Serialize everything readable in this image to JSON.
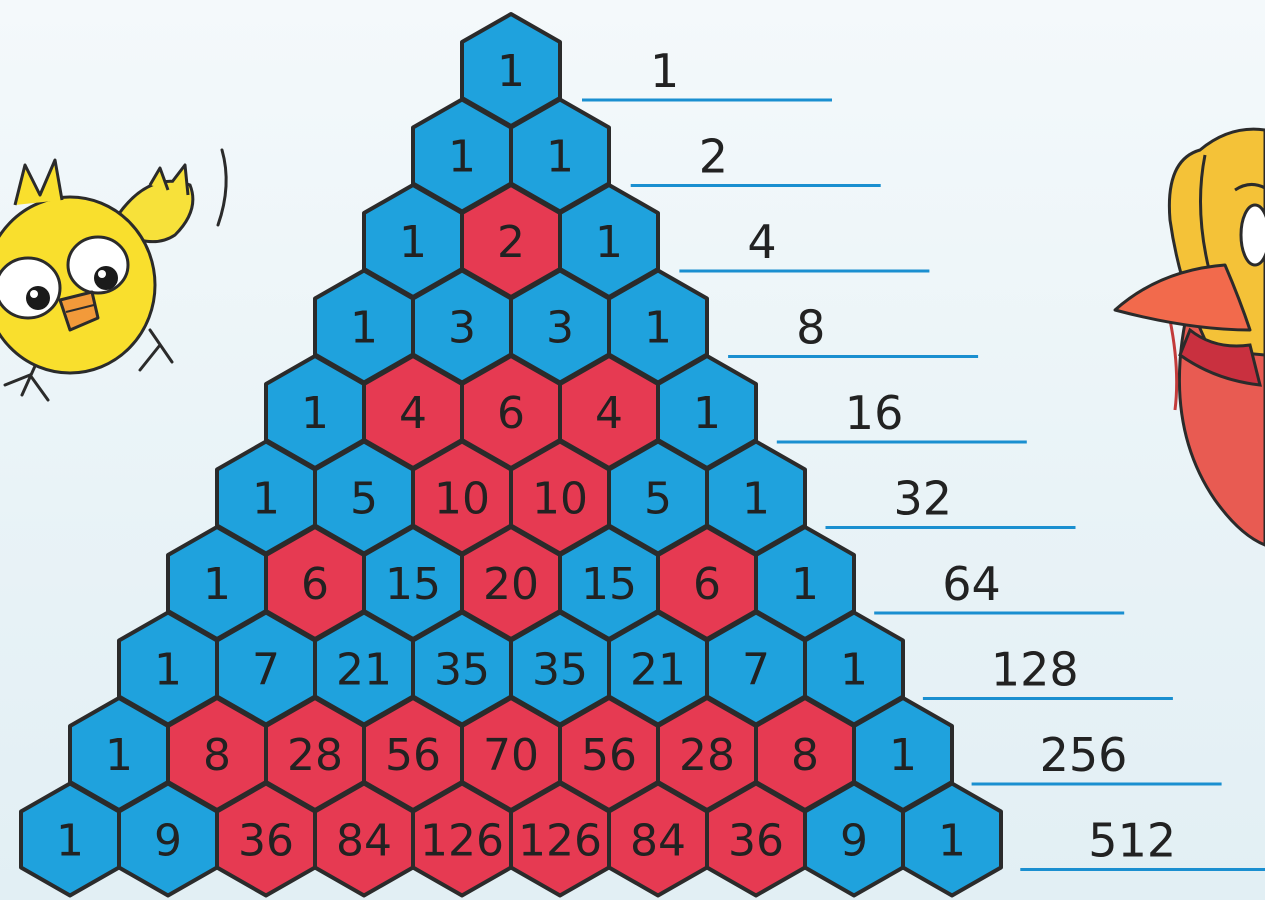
{
  "colors": {
    "odd_cell": "#1fa2dd",
    "even_cell": "#e63a52",
    "cell_border": "#2b2b2b",
    "sum_line": "#1a8fd0",
    "text": "#222222"
  },
  "triangle": {
    "rows": [
      [
        1
      ],
      [
        1,
        1
      ],
      [
        1,
        2,
        1
      ],
      [
        1,
        3,
        3,
        1
      ],
      [
        1,
        4,
        6,
        4,
        1
      ],
      [
        1,
        5,
        10,
        10,
        5,
        1
      ],
      [
        1,
        6,
        15,
        20,
        15,
        6,
        1
      ],
      [
        1,
        7,
        21,
        35,
        35,
        21,
        7,
        1
      ],
      [
        1,
        8,
        28,
        56,
        70,
        56,
        28,
        8,
        1
      ],
      [
        1,
        9,
        36,
        84,
        126,
        126,
        84,
        36,
        9,
        1
      ]
    ]
  },
  "row_sums": [
    "1",
    "2",
    "4",
    "8",
    "16",
    "32",
    "64",
    "128",
    "256",
    "512"
  ],
  "characters": {
    "left": "chick-icon",
    "right": "bird-icon"
  }
}
